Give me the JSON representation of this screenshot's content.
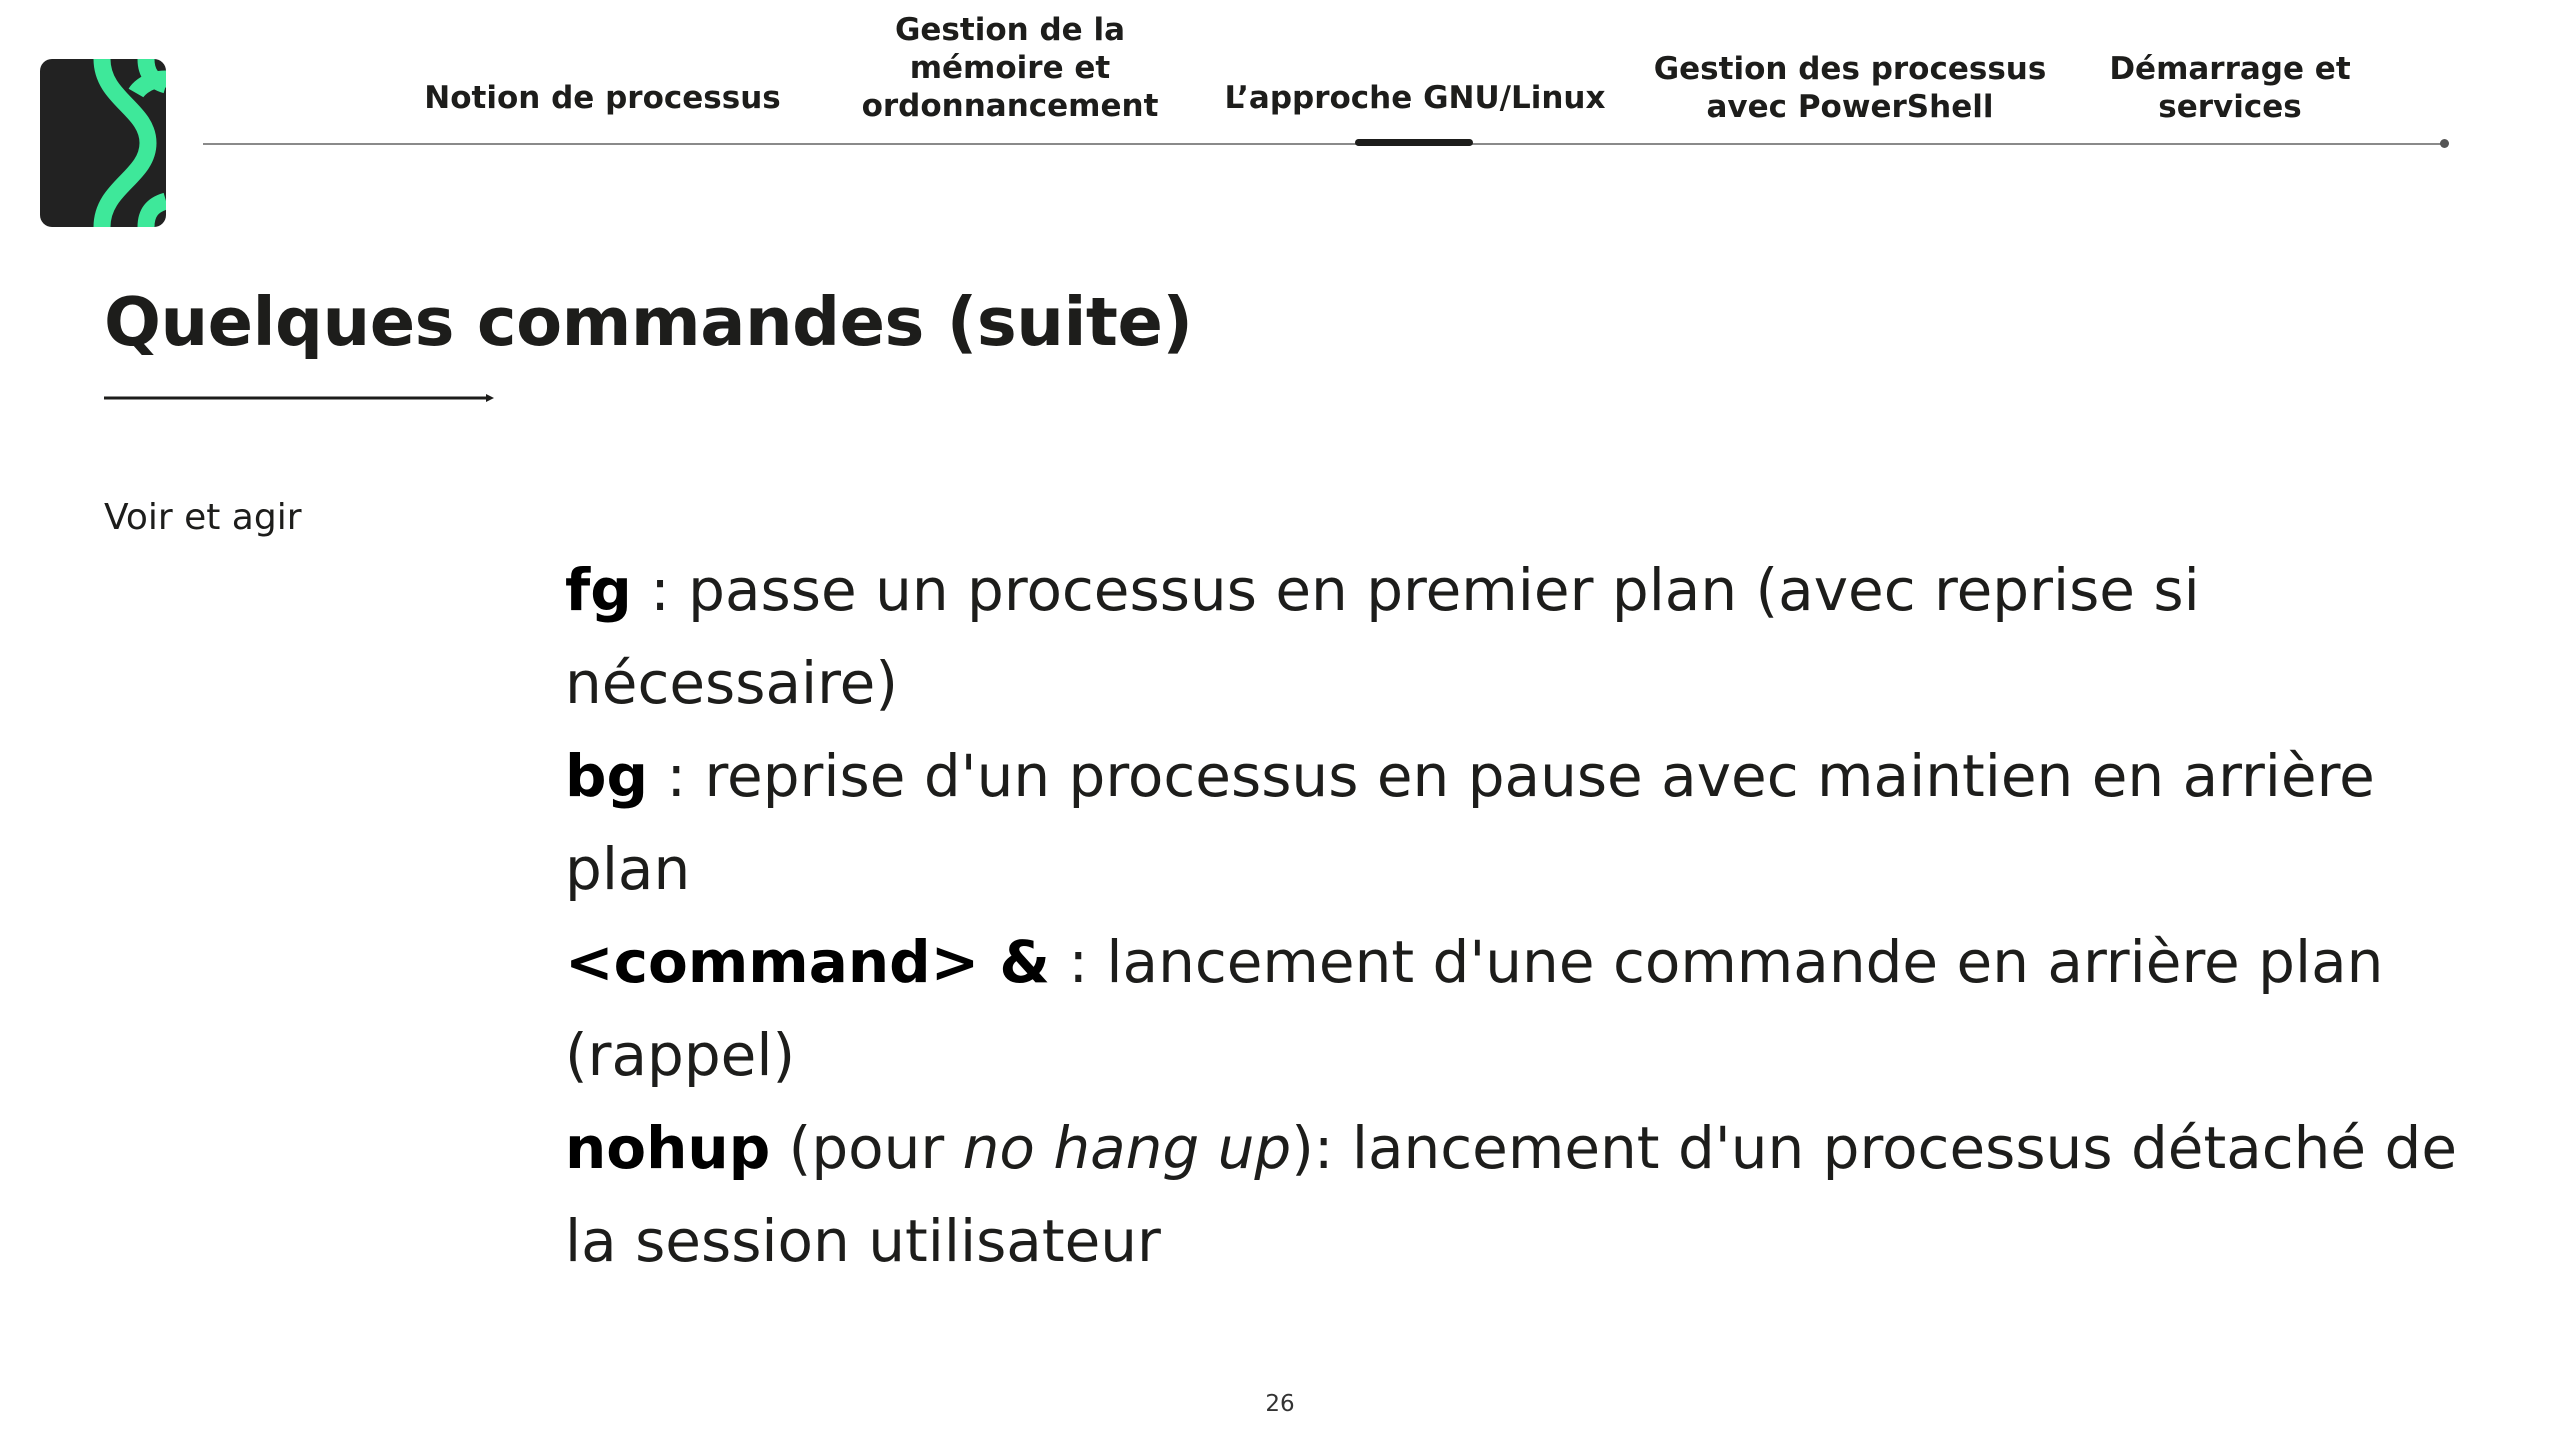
{
  "logo": {
    "icon": "brand-logo-icon",
    "background_color": "#222222",
    "accent_color": "#3ee89a"
  },
  "nav": {
    "tabs": [
      {
        "label": "Notion de processus"
      },
      {
        "label": "Gestion de la\nmémoire et\nordonnancement"
      },
      {
        "label": "L’approche GNU/Linux",
        "active": true
      },
      {
        "label": "Gestion des processus\navec PowerShell"
      },
      {
        "label": "Démarrage et\nservices"
      }
    ]
  },
  "slide": {
    "title": "Quelques commandes (suite)",
    "subtitle": "Voir et agir",
    "commands": [
      {
        "name": "fg",
        "description": " : passe un processus en premier plan (avec reprise si nécessaire)"
      },
      {
        "name": "bg",
        "description": " : reprise d'un processus en pause avec maintien en arrière plan"
      },
      {
        "name": "<command> &",
        "description": " : lancement d'une commande en arrière plan (rappel)"
      },
      {
        "name": "nohup",
        "pre": " (pour ",
        "italic": "no hang up",
        "description": "): lancement d'un processus détaché de la session utilisateur"
      }
    ],
    "page_number": "26"
  }
}
